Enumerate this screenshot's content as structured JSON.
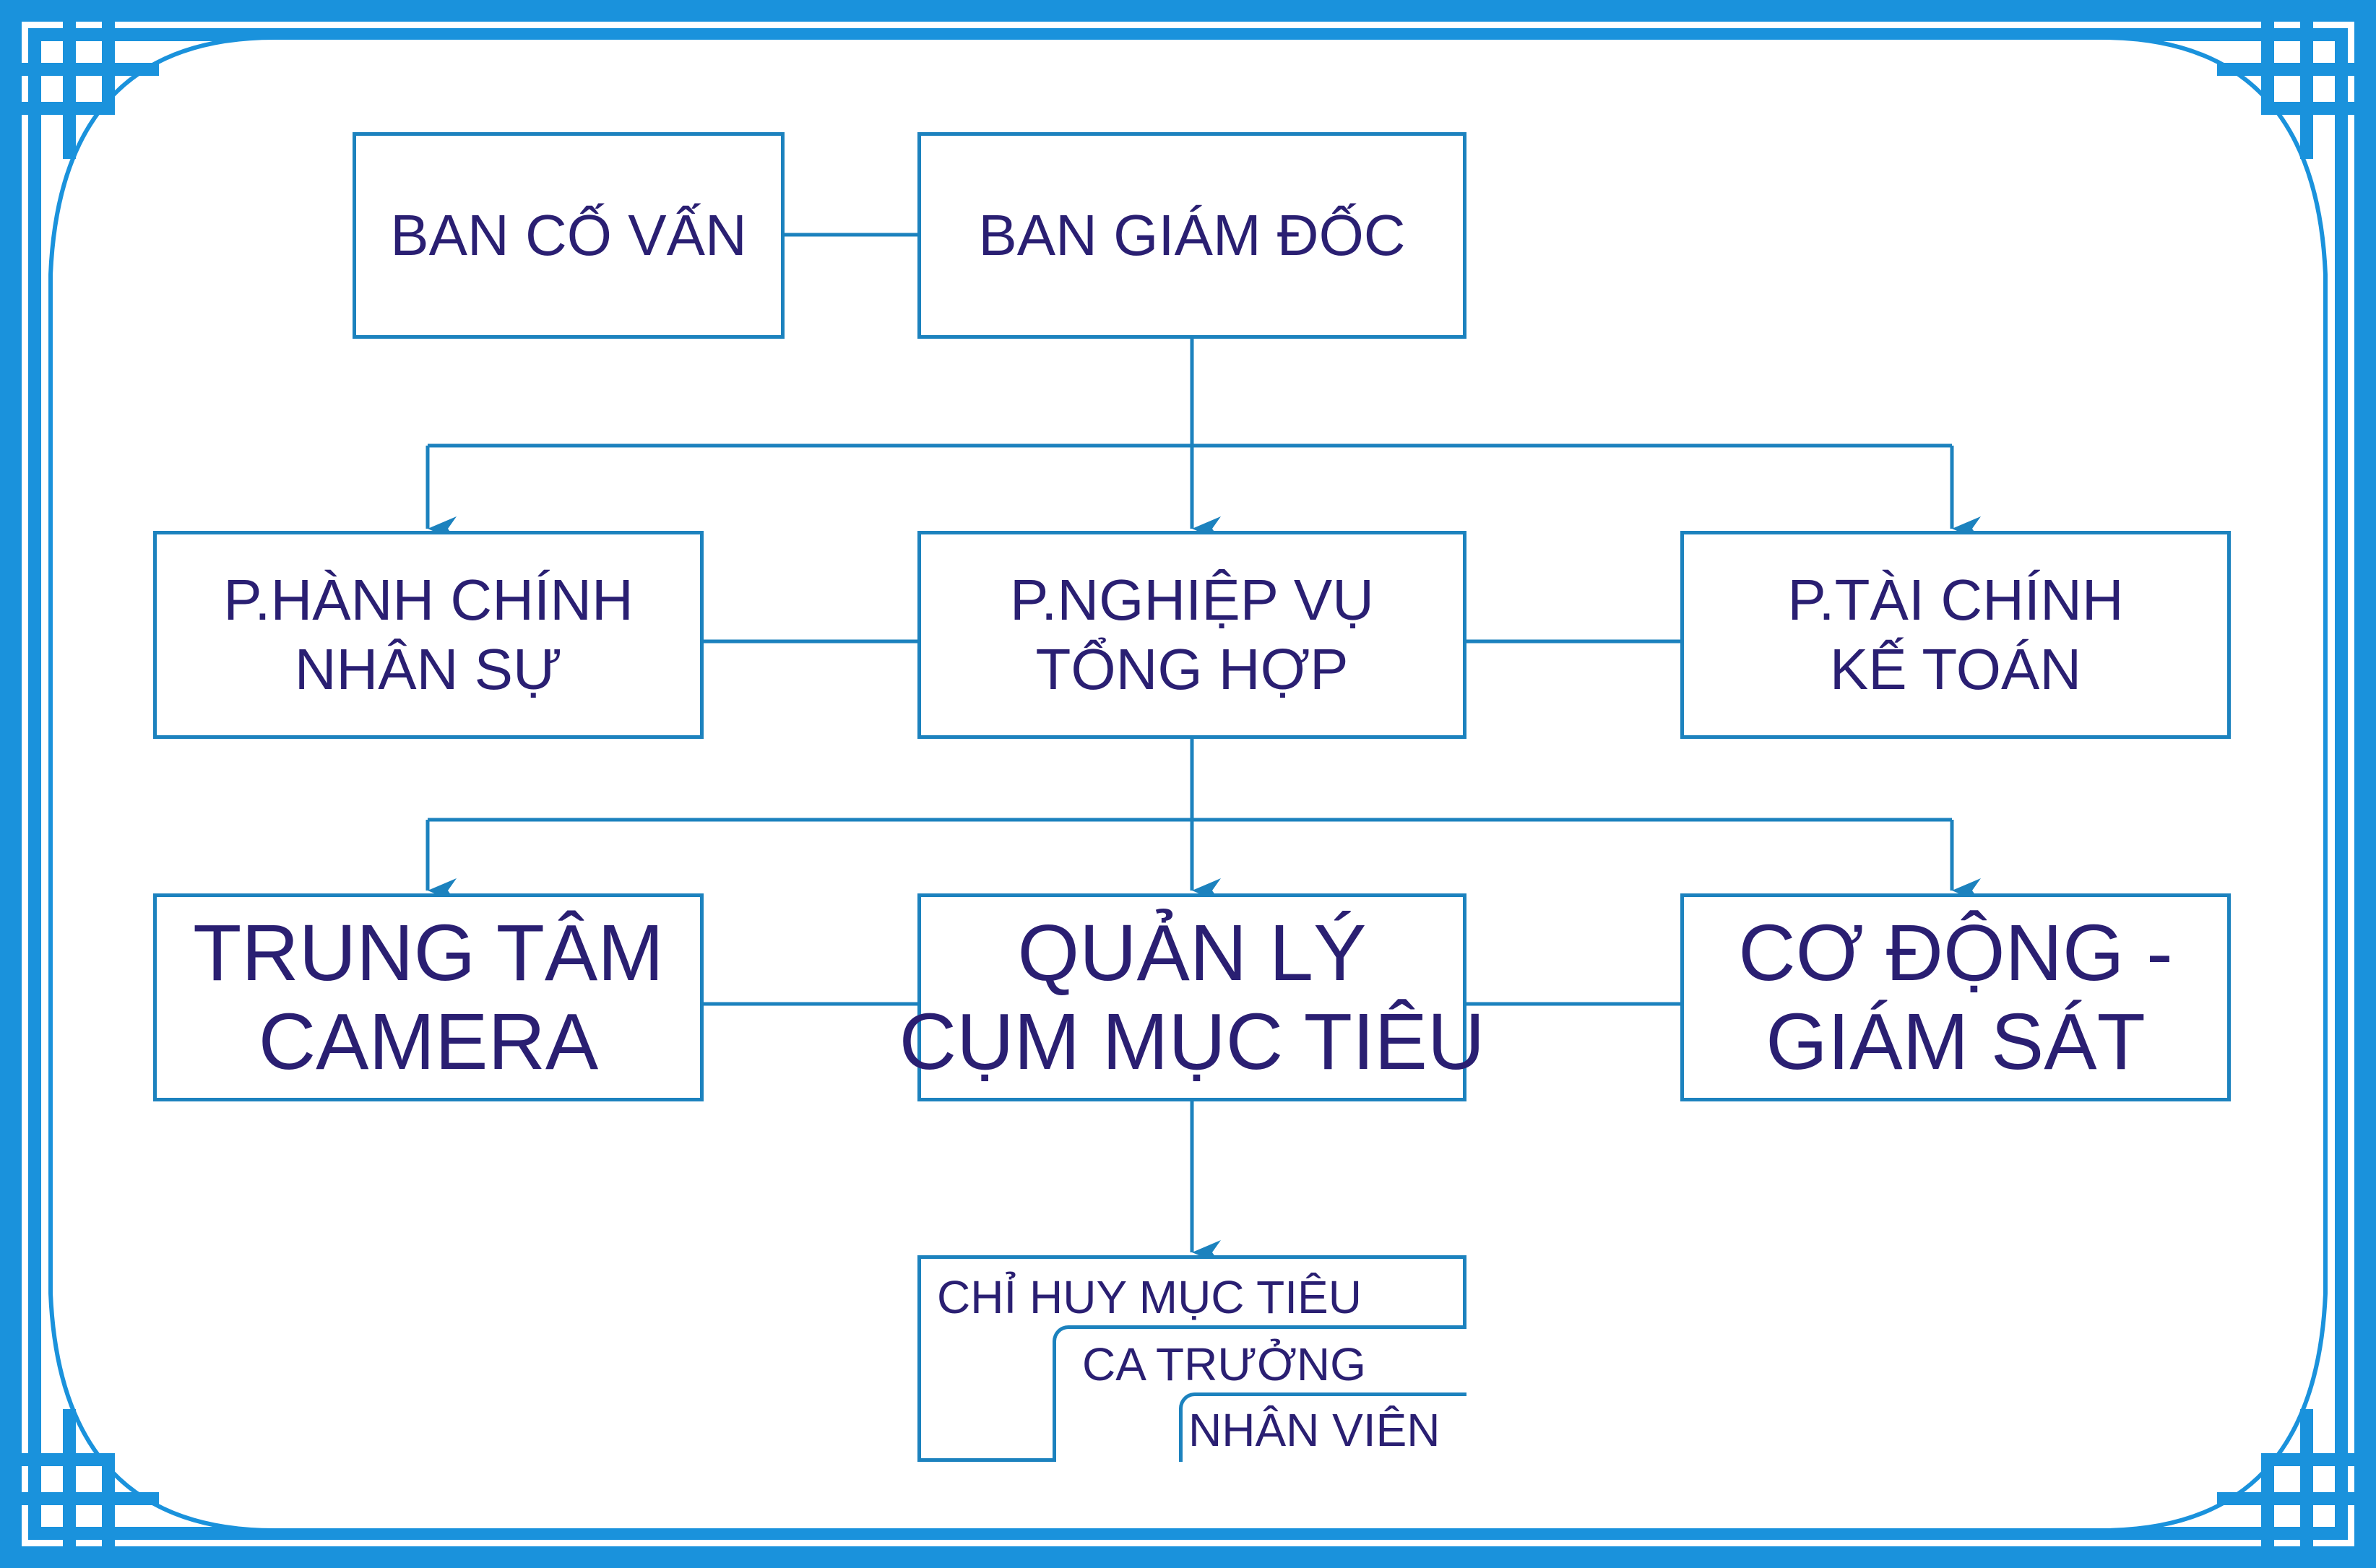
{
  "colors": {
    "frame": "#1a92dc",
    "line": "#1c82be",
    "text": "#2a1f72",
    "background": "#ffffff"
  },
  "nodes": {
    "advisory": [
      "BAN CỐ VẤN"
    ],
    "directors": [
      "BAN GIÁM ĐỐC"
    ],
    "hr": [
      "P.HÀNH CHÍNH",
      "NHÂN SỰ"
    ],
    "operations": [
      "P.NGHIỆP VỤ",
      "TỔNG HỢP"
    ],
    "finance": [
      "P.TÀI CHÍNH",
      "KẾ TOÁN"
    ],
    "camera": [
      "TRUNG TÂM",
      "CAMERA"
    ],
    "target_mgmt": [
      "QUẢN LÝ",
      "CỤM MỤC TIÊU"
    ],
    "mobile": [
      "CƠ ĐỘNG -",
      "GIÁM SÁT"
    ]
  },
  "hierarchy": {
    "level1": "CHỈ HUY MỤC TIÊU",
    "level2": "CA TRƯỞNG",
    "level3": "NHÂN VIÊN"
  }
}
